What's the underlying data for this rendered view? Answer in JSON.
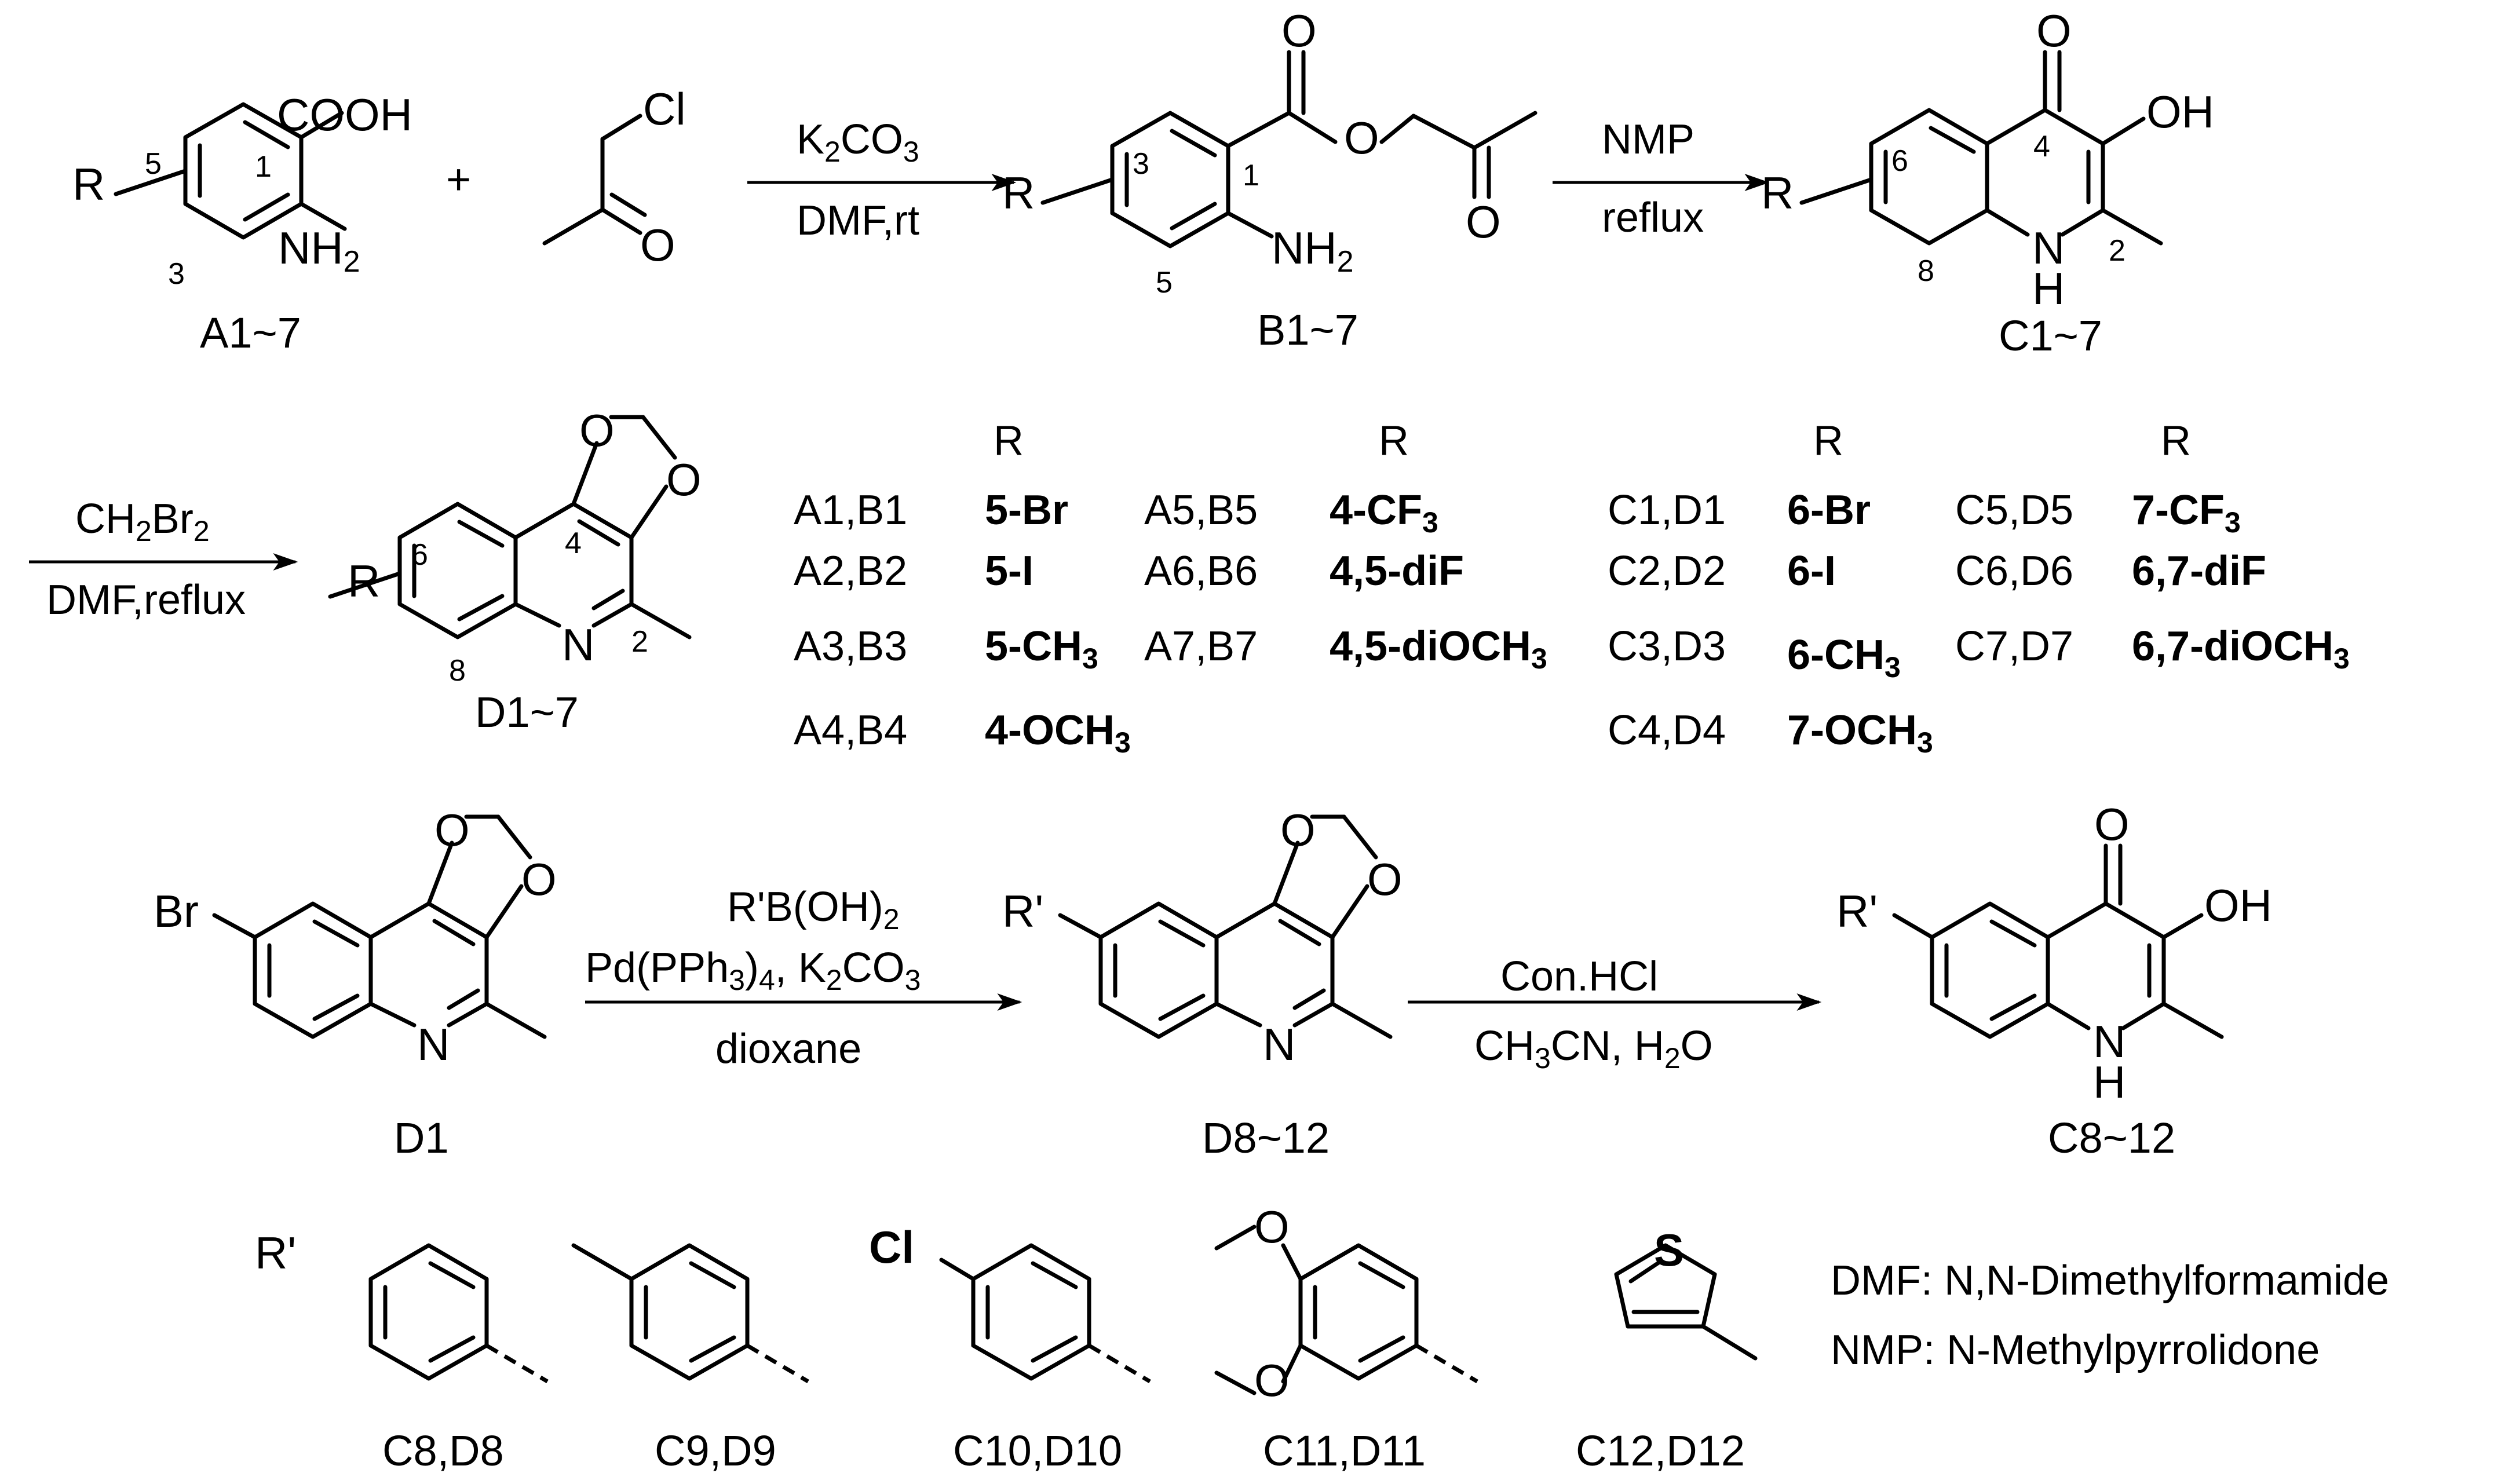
{
  "row1": {
    "compound_A": {
      "cooh": "COOH",
      "r": "R",
      "nh2": "NH",
      "nh2_sub": "2",
      "pos_5": "5",
      "pos_1": "1",
      "pos_3": "3",
      "label": "A1~7"
    },
    "plus": "+",
    "chloroacetone": {
      "cl": "Cl",
      "o": "O"
    },
    "arrow1": {
      "top_main": "K",
      "top_sub1": "2",
      "top_main2": "CO",
      "top_sub2": "3",
      "bottom": "DMF,rt"
    },
    "compound_B": {
      "r": "R",
      "pos_3": "3",
      "pos_1": "1",
      "pos_5": "5",
      "o_carbonyl": "O",
      "o_ester": "O",
      "o_ketone": "O",
      "nh2": "NH",
      "nh2_sub": "2",
      "label": "B1~7"
    },
    "arrow2": {
      "top": "NMP",
      "bottom": "reflux"
    },
    "compound_C": {
      "r": "R",
      "o": "O",
      "oh": "OH",
      "n": "N",
      "h": "H",
      "pos_6": "6",
      "pos_4": "4",
      "pos_2": "2",
      "pos_8": "8",
      "label": "C1~7"
    }
  },
  "row2": {
    "arrow3": {
      "top_main": "CH",
      "top_sub1": "2",
      "top_main2": "Br",
      "top_sub2": "2",
      "bottom": "DMF,reflux"
    },
    "compound_D": {
      "r": "R",
      "o1": "O",
      "o2": "O",
      "n": "N",
      "pos_6": "6",
      "pos_4": "4",
      "pos_2": "2",
      "pos_8": "8",
      "label": "D1~7"
    },
    "table": {
      "header": "R",
      "left": [
        {
          "cmp": "A1,B1",
          "sub": "5-Br"
        },
        {
          "cmp": "A2,B2",
          "sub": "5-I"
        },
        {
          "cmp": "A3,B3",
          "sub_main": "5-CH",
          "sub_sub": "3"
        },
        {
          "cmp": "A4,B4",
          "sub_main": "4-OCH",
          "sub_sub": "3"
        }
      ],
      "left2": [
        {
          "cmp": "A5,B5",
          "sub_main": "4-CF",
          "sub_sub": "3"
        },
        {
          "cmp": "A6,B6",
          "sub": "4,5-diF"
        },
        {
          "cmp": "A7,B7",
          "sub_main": "4,5-diOCH",
          "sub_sub": "3"
        }
      ],
      "right": [
        {
          "cmp": "C1,D1",
          "sub": "6-Br"
        },
        {
          "cmp": "C2,D2",
          "sub": "6-I"
        },
        {
          "cmp": "C3,D3",
          "sub_main": "6-CH",
          "sub_sub": "3"
        },
        {
          "cmp": "C4,D4",
          "sub_main": "7-OCH",
          "sub_sub": "3"
        }
      ],
      "right2": [
        {
          "cmp": "C5,D5",
          "sub_main": "7-CF",
          "sub_sub": "3"
        },
        {
          "cmp": "C6,D6",
          "sub": "6,7-diF"
        },
        {
          "cmp": "C7,D7",
          "sub_main": "6,7-diOCH",
          "sub_sub": "3"
        }
      ]
    }
  },
  "row3": {
    "compound_D1": {
      "br": "Br",
      "o1": "O",
      "o2": "O",
      "n": "N",
      "label": "D1"
    },
    "arrow4": {
      "line1_main": "R'B(OH)",
      "line1_sub": "2",
      "line2_a": "Pd(PPh",
      "line2_sub1": "3",
      "line2_b": ")",
      "line2_sub2": "4",
      "line2_c": ", K",
      "line2_sub3": "2",
      "line2_d": "CO",
      "line2_sub4": "3",
      "line3": "dioxane"
    },
    "compound_D8": {
      "r": "R'",
      "o1": "O",
      "o2": "O",
      "n": "N",
      "label": "D8~12"
    },
    "arrow5": {
      "top": "Con.HCl",
      "bottom_a": "CH",
      "bottom_sub1": "3",
      "bottom_b": "CN, H",
      "bottom_sub2": "2",
      "bottom_c": "O"
    },
    "compound_C8": {
      "r": "R'",
      "o": "O",
      "oh": "OH",
      "n": "N",
      "h": "H",
      "label": "C8~12"
    }
  },
  "row4": {
    "r_prime": "R'",
    "groups": [
      {
        "label": "C8,D8"
      },
      {
        "label": "C9,D9"
      },
      {
        "label": "C10,D10",
        "atom": "Cl"
      },
      {
        "label": "C11,D11",
        "o1": "O",
        "o2": "O"
      },
      {
        "label": "C12,D12",
        "atom": "S"
      }
    ],
    "abbrev": [
      "DMF: N,N-Dimethylformamide",
      "NMP: N-Methylpyrrolidone"
    ]
  }
}
